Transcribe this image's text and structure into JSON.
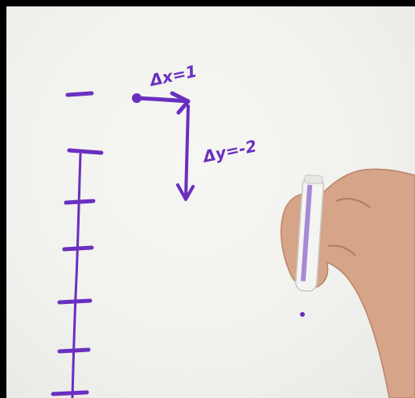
{
  "annotations": {
    "delta_x": "Δx=1",
    "delta_y": "Δy=-2"
  },
  "colors": {
    "ink": "#6a2fc0",
    "whiteboard": "#f1f1ee",
    "skin": "#d8a88c",
    "marker_body": "#f4f4f2"
  },
  "scene": {
    "objects": [
      "whiteboard",
      "number-line-with-ticks",
      "starting-point-dot",
      "right-arrow",
      "down-arrow",
      "hand",
      "dry-erase-marker"
    ]
  }
}
